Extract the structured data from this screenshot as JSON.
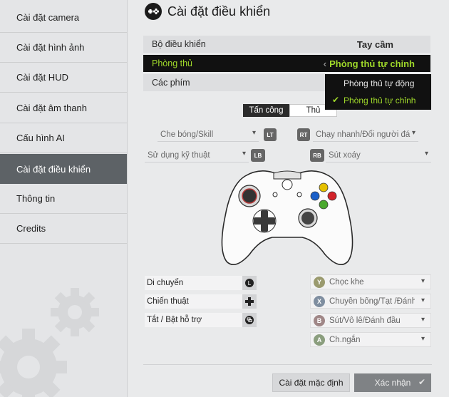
{
  "sidebar": {
    "items": [
      {
        "label": "Cài đặt camera",
        "active": false
      },
      {
        "label": "Cài đặt hình ảnh",
        "active": false
      },
      {
        "label": "Cài đặt HUD",
        "active": false
      },
      {
        "label": "Cài đặt âm thanh",
        "active": false
      },
      {
        "label": "Cấu hình AI",
        "active": false
      },
      {
        "label": "Cài đặt điều khiển",
        "active": true
      },
      {
        "label": "Thông tin",
        "active": false
      },
      {
        "label": "Credits",
        "active": false
      }
    ]
  },
  "header": {
    "title": "Cài đặt điều khiển",
    "icon": "gamepad-icon"
  },
  "settings": {
    "controller": {
      "label": "Bộ điều khiển",
      "value": "Tay cầm"
    },
    "defense": {
      "label": "Phòng thủ",
      "value": "Phòng thủ tự chỉnh"
    },
    "buttons": {
      "label": "Các phím"
    }
  },
  "defense_dropdown": {
    "options": [
      "Phòng thủ tự động",
      "Phòng thủ tự chỉnh"
    ],
    "selected": "Phòng thủ tự chỉnh"
  },
  "mode_tabs": {
    "attack": "Tấn công",
    "defend": "Thủ",
    "active": "attack"
  },
  "bindings": {
    "lt": {
      "value": "Che bóng/Skill",
      "badge": "LT"
    },
    "rt": {
      "value": "Chạy nhanh/Đổi người đá",
      "badge": "RT"
    },
    "lb": {
      "value": "Sử dụng kỹ thuật",
      "badge": "LB"
    },
    "rb": {
      "value": "Sút xoáy",
      "badge": "RB"
    }
  },
  "left_controls": [
    {
      "label": "Di chuyển",
      "icon": "left-stick-icon"
    },
    {
      "label": "Chiến thuật",
      "icon": "dpad-icon"
    },
    {
      "label": "Tắt / Bật hỗ trợ",
      "icon": "view-button-icon"
    }
  ],
  "face_buttons": [
    {
      "badge": "Y",
      "value": "Chọc khe",
      "color": "#9a9a6e"
    },
    {
      "badge": "X",
      "value": "Chuyền bổng/Tạt /Đánh đầu",
      "color": "#7f8ea0"
    },
    {
      "badge": "B",
      "value": "Sút/Vô lê/Đánh đầu",
      "color": "#a08787"
    },
    {
      "badge": "A",
      "value": "Ch.ngắn",
      "color": "#8b9e7e"
    }
  ],
  "controller_buttons": {
    "y_color": "#e5c000",
    "x_color": "#1a5fc9",
    "b_color": "#d2232a",
    "a_color": "#4aa82e"
  },
  "footer": {
    "reset_label": "Cài đặt mặc định",
    "confirm_label": "Xác nhận"
  },
  "colors": {
    "accent": "#9fd82a",
    "sidebar_active": "#5d6266"
  }
}
